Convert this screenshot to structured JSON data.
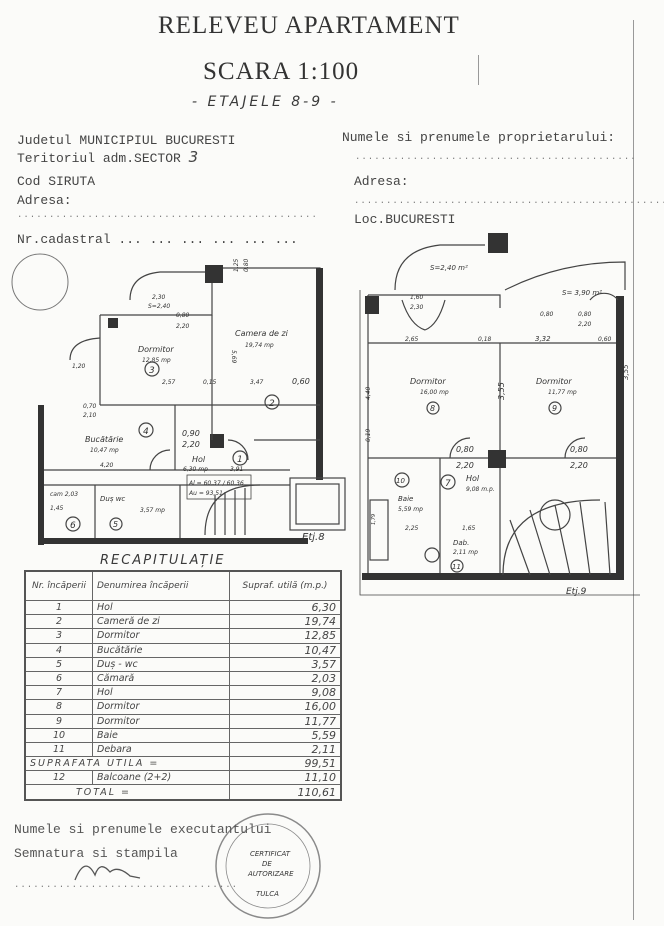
{
  "header": {
    "title": "RELEVEU APARTAMENT",
    "scale": "SCARA 1:100",
    "floors": "- ETAJELE 8-9 -"
  },
  "left_info": {
    "judet": "Judetul  MUNICIPIUL BUCURESTI",
    "teritoriu": "Teritoriul adm.SECTOR",
    "sector_number": "3",
    "cod_siruta": "Cod SIRUTA",
    "adresa": "Adresa:",
    "adresa_dots": "...............................................",
    "nr_cadastral": "Nr.cadastral ... ... ... ... ... ..."
  },
  "right_info": {
    "owner_label": "Numele si prenumele proprietarului:",
    "owner_dots": "............................................",
    "adresa": "Adresa:",
    "adresa_dots": "...................................................",
    "localitate": "Loc.BUCURESTI"
  },
  "plan_floor8": {
    "label": "Etj.8",
    "rooms": {
      "living": {
        "name": "Camera de zi",
        "area": "19,74 mp",
        "nr": "2"
      },
      "bedroom": {
        "name": "Dormitor",
        "area": "12,85 mp",
        "nr": "3"
      },
      "kitchen": {
        "name": "Bucătărie",
        "area": "10,47 mp",
        "nr": "4"
      },
      "hall": {
        "name": "Hol",
        "area": "6,30 mp",
        "nr": "1"
      },
      "shower": {
        "name": "Duș  wc",
        "area": "3,57 mp",
        "nr": "5"
      },
      "pantry": {
        "name": "cam 2,03",
        "nr": "6"
      }
    },
    "summary_box": [
      "Al = 60,37 / 60,36",
      "Au = 93,51"
    ],
    "dims": [
      "2,30",
      "S=2,40",
      "0,80",
      "2,20",
      "2,57",
      "0,15",
      "3,47",
      "0,60",
      "5,69",
      "0,90",
      "2,20",
      "3,91",
      "1,20",
      "4,20",
      "1,45",
      "0,70",
      "2,10",
      "1,25",
      "0,80"
    ]
  },
  "plan_floor9": {
    "label": "Etj.9",
    "balcony_left": "S=2,40 m²",
    "balcony_right": "S= 3,90 m²",
    "rooms": {
      "bedroom8": {
        "name": "Dormitor",
        "area": "16,00 mp",
        "nr": "8"
      },
      "bedroom9": {
        "name": "Dormitor",
        "area": "11,77 mp",
        "nr": "9"
      },
      "hall": {
        "name": "Hol",
        "area": "9,08 m.p.",
        "nr": "7"
      },
      "bath": {
        "name": "Baie",
        "area": "5,59 mp",
        "nr": "10"
      },
      "storage": {
        "name": "Dab.",
        "area": "2,11 mp",
        "nr": "11"
      }
    },
    "dims": [
      "1,60",
      "2,30",
      "2,65",
      "0,18",
      "3,32",
      "0,60",
      "0,80",
      "0,80",
      "2,20",
      "3,55",
      "3,55",
      "4,40",
      "0,19",
      "0,80",
      "2,20",
      "0,80",
      "2,20",
      "2,25",
      "1,65",
      "1,79"
    ]
  },
  "recap": {
    "title": "RECAPITULAȚIE",
    "headers": [
      "Nr. încăperii",
      "Denumirea încăperii",
      "Supraf. utilă (m.p.)"
    ],
    "rows": [
      {
        "nr": "1",
        "name": "Hol",
        "area": "6,30"
      },
      {
        "nr": "2",
        "name": "Cameră de zi",
        "area": "19,74"
      },
      {
        "nr": "3",
        "name": "Dormitor",
        "area": "12,85"
      },
      {
        "nr": "4",
        "name": "Bucătărie",
        "area": "10,47"
      },
      {
        "nr": "5",
        "name": "Duș - wc",
        "area": "3,57"
      },
      {
        "nr": "6",
        "name": "Cămară",
        "area": "2,03"
      },
      {
        "nr": "7",
        "name": "Hol",
        "area": "9,08"
      },
      {
        "nr": "8",
        "name": "Dormitor",
        "area": "16,00"
      },
      {
        "nr": "9",
        "name": "Dormitor",
        "area": "11,77"
      },
      {
        "nr": "10",
        "name": "Baie",
        "area": "5,59"
      },
      {
        "nr": "11",
        "name": "Debara",
        "area": "2,11"
      }
    ],
    "useful_label": "SUPRAFATA UTILA =",
    "useful_value": "99,51",
    "balcony": {
      "nr": "12",
      "name": "Balcoane (2+2)",
      "area": "11,10"
    },
    "total_label": "TOTAL =",
    "total_value": "110,61"
  },
  "footer": {
    "executant": "Numele si prenumele executantului",
    "signature": "Semnatura si stampila",
    "sig_dots": "...................................",
    "stamp_text": [
      "CERTIFICAT",
      "DE",
      "AUTORIZARE",
      "TULCA"
    ]
  }
}
